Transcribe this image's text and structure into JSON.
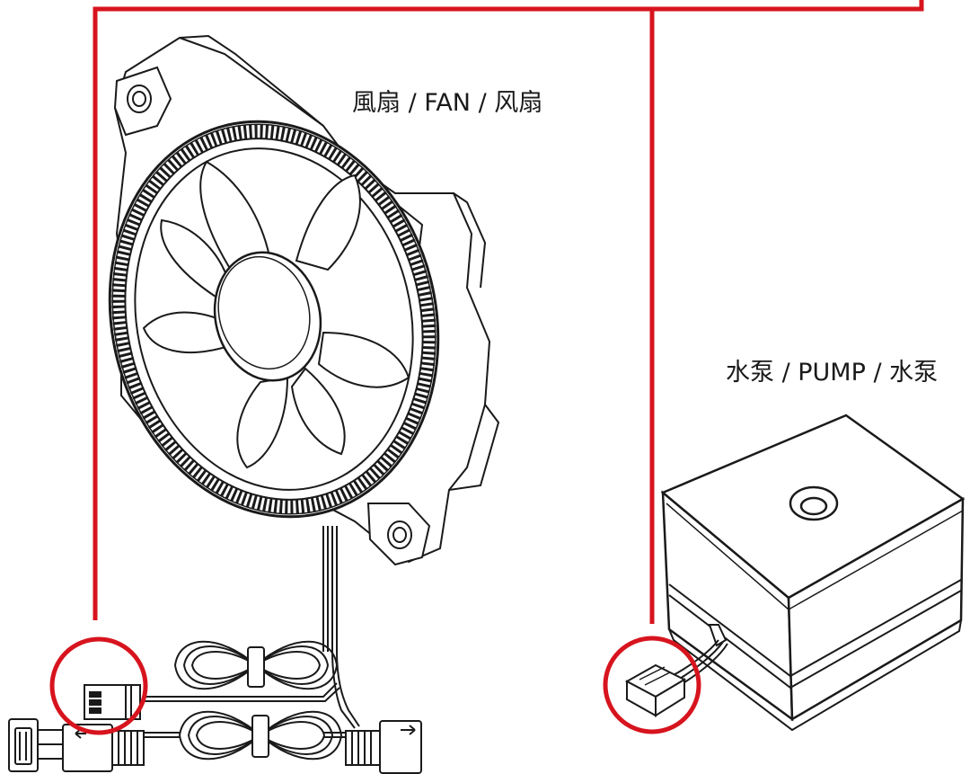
{
  "labels": {
    "fan": "風扇 / FAN / 风扇",
    "pump": "水泵 / PUMP / 水泵"
  },
  "colors": {
    "highlight": "#d7141e",
    "line": "#1a1a1a",
    "background": "#ffffff"
  },
  "components": {
    "fan": "fan-illustration",
    "pump": "pump-illustration",
    "fan_connector": "fan-header-connector",
    "pump_connector": "pump-header-connector",
    "rgb_connector": "rgb-connector-pair"
  }
}
